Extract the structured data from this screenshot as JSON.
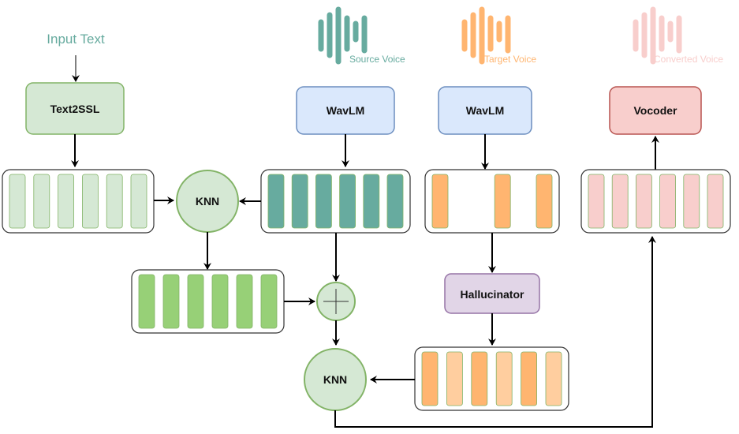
{
  "title": "Voice conversion pipeline diagram",
  "colors": {
    "teal": "#67AB9F",
    "orange": "#FFB570",
    "orange_light": "#FFCE9F",
    "pink": "#F8CECC",
    "pink_border": "#B85450",
    "green_fill": "#D5E8D4",
    "green_border": "#82B366",
    "green_mid": "#97D077",
    "blue_fill": "#DAE8FC",
    "blue_border": "#6C8EBF",
    "purple_fill": "#E1D5E7",
    "purple_border": "#9673A6"
  },
  "inputs": {
    "input_text": "Input Text",
    "source_voice": "Source Voice",
    "target_voice": "Target Voice",
    "converted_voice": "Converted Voice"
  },
  "blocks": {
    "text2ssl": "Text2SSL",
    "wavlm_source": "WavLM",
    "wavlm_target": "WavLM",
    "hallucinator": "Hallucinator",
    "vocoder": "Vocoder",
    "knn_top": "KNN",
    "knn_bottom": "KNN"
  },
  "feature_sequences": {
    "text_ssl": [
      "light-green",
      "light-green",
      "light-green",
      "light-green",
      "light-green",
      "light-green"
    ],
    "source_ssl": [
      "teal",
      "teal",
      "teal",
      "teal",
      "teal",
      "teal"
    ],
    "target_ssl": [
      "orange",
      "empty",
      "empty",
      "orange",
      "empty",
      "orange"
    ],
    "knn_matched": [
      "green",
      "green",
      "green",
      "green",
      "green",
      "green"
    ],
    "hallucinated": [
      "orange",
      "light-orange",
      "orange",
      "light-orange",
      "orange",
      "light-orange"
    ],
    "converted": [
      "pink",
      "pink",
      "pink",
      "pink",
      "pink",
      "pink"
    ]
  }
}
